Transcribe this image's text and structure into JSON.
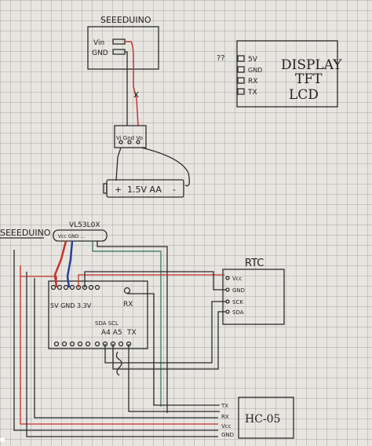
{
  "top": {
    "seeeduino_label": "SEEEDUINO",
    "vin_pin": "Vin",
    "gnd_pin": "GND",
    "switch_label": "x",
    "bat_conn_pins": "Vi Gnd Vo",
    "battery_plus": "+",
    "battery_label": "1.5V AA",
    "battery_minus": "-"
  },
  "display": {
    "question": "??",
    "pin_5v": "5V",
    "pin_gnd": "GND",
    "pin_rx": "RX",
    "pin_tx": "TX",
    "title_line1": "DISPLAY",
    "title_line2": "TFT",
    "title_line3": "LCD"
  },
  "bottom": {
    "seeeduino_label": "SEEEDUINO",
    "sensor_label": "VL53L0X",
    "sensor_pins": "Vcc GND ...",
    "board_pins": "5V GND 3.3V",
    "rx_pin": "RX",
    "tx_pin": "TX",
    "sda_scl": "SDA SCL",
    "analog_pins": "A4 A5",
    "rtc_label": "RTC",
    "rtc_vcc": "Vcc",
    "rtc_gnd": "GND",
    "rtc_sck": "SCK",
    "rtc_sda": "SDA",
    "hc_label": "HC-05",
    "hc_tx": "TX",
    "hc_rx": "RX",
    "hc_vcc": "Vcc",
    "hc_gnd": "GND"
  },
  "colors": {
    "ink": "#2b2b2b",
    "red": "#c8332c",
    "blue": "#2c3f9c",
    "green": "#2e6e5a"
  }
}
